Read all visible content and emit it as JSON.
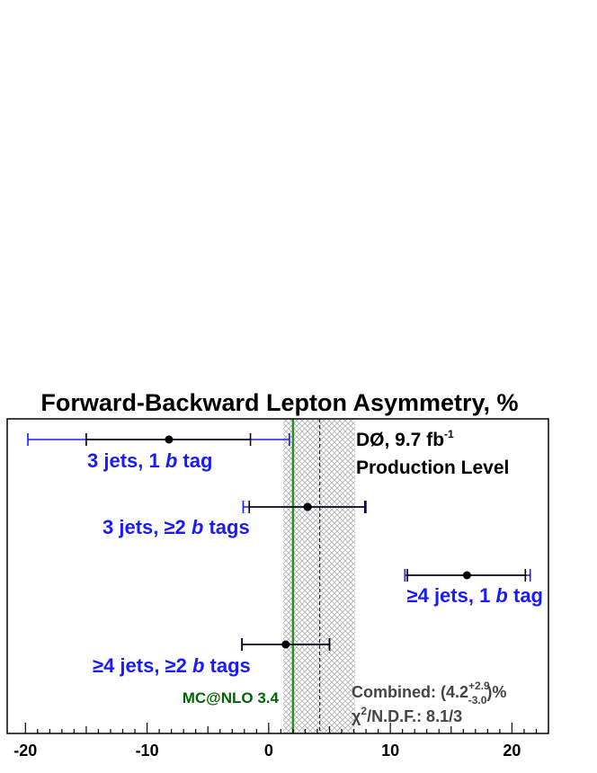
{
  "chart_data": {
    "type": "scatter",
    "title": "Forward-Backward Lepton Asymmetry, %",
    "xlim": [
      -21.5,
      23.0
    ],
    "xticks": [
      -20,
      -10,
      0,
      10,
      20
    ],
    "xtick_labels": [
      "-20",
      "-10",
      "0",
      "10",
      "20"
    ],
    "grid": false,
    "points": [
      {
        "label_prefix": "3 jets, 1 ",
        "label_b": "b",
        "label_suffix": " tag",
        "value": -8.2,
        "stat_lo": -15.0,
        "stat_hi": -1.5,
        "tot_lo": -19.8,
        "tot_hi": 1.7,
        "label_align": "start"
      },
      {
        "label_prefix": "3 jets, ≥2 ",
        "label_b": "b",
        "label_suffix": " tags",
        "value": 3.2,
        "stat_lo": -1.6,
        "stat_hi": 7.9,
        "tot_lo": -2.1,
        "tot_hi": 8.0,
        "label_align": "start"
      },
      {
        "label_prefix": "≥4 jets, 1 ",
        "label_b": "b",
        "label_suffix": " tag",
        "value": 16.3,
        "stat_lo": 11.4,
        "stat_hi": 21.1,
        "tot_lo": 11.2,
        "tot_hi": 21.5,
        "label_align": "end"
      },
      {
        "label_prefix": "≥4 jets, ≥2 ",
        "label_b": "b",
        "label_suffix": " tags",
        "value": 1.4,
        "stat_lo": -2.2,
        "stat_hi": 5.0,
        "tot_lo": -2.2,
        "tot_hi": 5.0,
        "label_align": "start"
      }
    ],
    "combined": {
      "central": 4.2,
      "err_up": "+2.9",
      "err_down": "-3.0",
      "band_lo": 1.2,
      "band_hi": 7.1
    },
    "mc_prediction": {
      "label": "MC@NLO 3.4",
      "value": 2.0
    },
    "experiment": {
      "name": "DØ, 9.7 fb",
      "lumi_exp": "-1",
      "level": "Production Level"
    },
    "combined_text": {
      "prefix": "Combined: (4.2",
      "sup": "+2.9",
      "sub": "-3.0",
      "suffix": ")%"
    },
    "chi2_text": {
      "chi": "χ",
      "sup": "2",
      "rest": "/N.D.F.: 8.1/3"
    },
    "colors": {
      "stat_bar": "#000000",
      "total_bar": "#1a1aff",
      "label": "#1a1aff",
      "mc_line": "#2e8b2e",
      "band": "#bbbbbb",
      "frame": "#000000"
    }
  }
}
